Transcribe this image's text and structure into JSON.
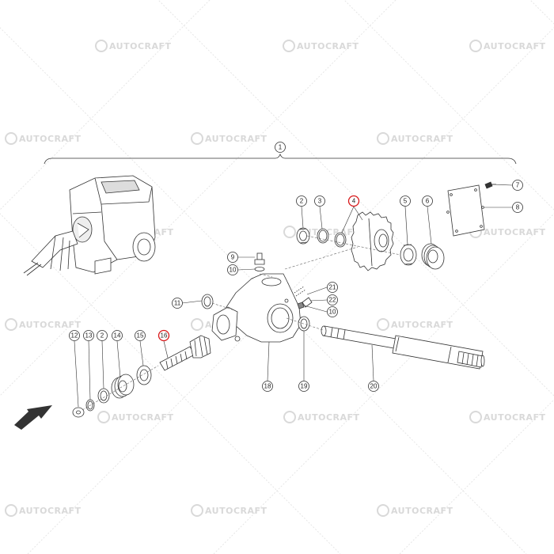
{
  "watermark": {
    "text": "AUTOCRAFT",
    "color": "#d9d9d9"
  },
  "diagram": {
    "group_label": "1",
    "highlight_color": "#d8191b",
    "callouts": [
      {
        "id": "c-2a",
        "label": "2",
        "highlighted": false
      },
      {
        "id": "c-3",
        "label": "3",
        "highlighted": false
      },
      {
        "id": "c-4",
        "label": "4",
        "highlighted": true
      },
      {
        "id": "c-5",
        "label": "5",
        "highlighted": false
      },
      {
        "id": "c-6",
        "label": "6",
        "highlighted": false
      },
      {
        "id": "c-7",
        "label": "7",
        "highlighted": false
      },
      {
        "id": "c-8",
        "label": "8",
        "highlighted": false
      },
      {
        "id": "c-9",
        "label": "9",
        "highlighted": false
      },
      {
        "id": "c-10a",
        "label": "10",
        "highlighted": false
      },
      {
        "id": "c-10b",
        "label": "10",
        "highlighted": false
      },
      {
        "id": "c-11",
        "label": "11",
        "highlighted": false
      },
      {
        "id": "c-12",
        "label": "12",
        "highlighted": false
      },
      {
        "id": "c-13",
        "label": "13",
        "highlighted": false
      },
      {
        "id": "c-2b",
        "label": "2",
        "highlighted": false
      },
      {
        "id": "c-14",
        "label": "14",
        "highlighted": false
      },
      {
        "id": "c-15",
        "label": "15",
        "highlighted": false
      },
      {
        "id": "c-16",
        "label": "16",
        "highlighted": true
      },
      {
        "id": "c-18",
        "label": "18",
        "highlighted": false
      },
      {
        "id": "c-19",
        "label": "19",
        "highlighted": false
      },
      {
        "id": "c-20",
        "label": "20",
        "highlighted": false
      },
      {
        "id": "c-21",
        "label": "21",
        "highlighted": false
      },
      {
        "id": "c-22",
        "label": "22",
        "highlighted": false
      }
    ]
  }
}
